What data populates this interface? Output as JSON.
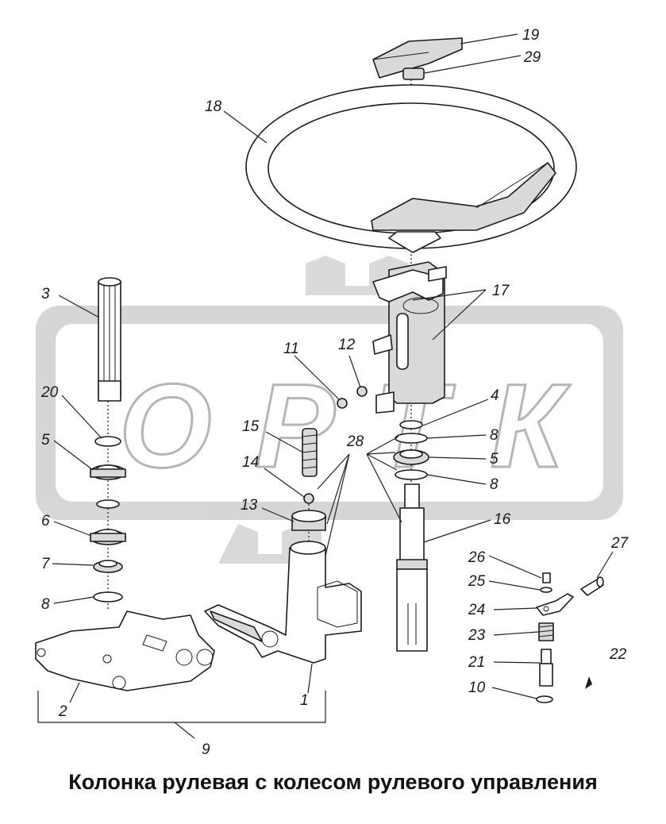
{
  "caption": "Колонка рулевая с колесом рулевого управления",
  "watermark": "ОРТК",
  "callouts": {
    "c1": "1",
    "c2": "2",
    "c3": "3",
    "c4": "4",
    "c5a": "5",
    "c5b": "5",
    "c6": "6",
    "c7": "7",
    "c8a": "8",
    "c8b": "8",
    "c8c": "8",
    "c9": "9",
    "c10": "10",
    "c11": "11",
    "c12": "12",
    "c13": "13",
    "c14": "14",
    "c15": "15",
    "c16": "16",
    "c17": "17",
    "c18": "18",
    "c19": "19",
    "c20": "20",
    "c21": "21",
    "c22": "22",
    "c23": "23",
    "c24": "24",
    "c25": "25",
    "c26": "26",
    "c27": "27",
    "c28": "28",
    "c29": "29"
  }
}
